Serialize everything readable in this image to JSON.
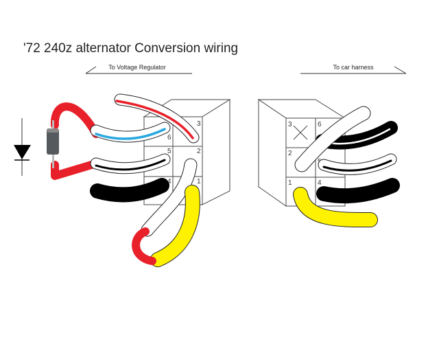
{
  "title": "'72 240z alternator Conversion wiring",
  "labels": {
    "left": "To Voltage Regulator",
    "right": "To car harness"
  },
  "left_connector": {
    "pins": [
      "1",
      "2",
      "3",
      "4",
      "5",
      "6"
    ]
  },
  "right_connector": {
    "pins": [
      "1",
      "2",
      "3",
      "4",
      "5",
      "6"
    ],
    "unused_pin": "3"
  },
  "colors": {
    "red": "#e8202a",
    "blue": "#29a8e0",
    "yellow": "#fff200",
    "black": "#000000",
    "white": "#ffffff",
    "diode": "#555a5f"
  },
  "icons": [
    "diode-symbol-icon",
    "diode-component-icon"
  ]
}
